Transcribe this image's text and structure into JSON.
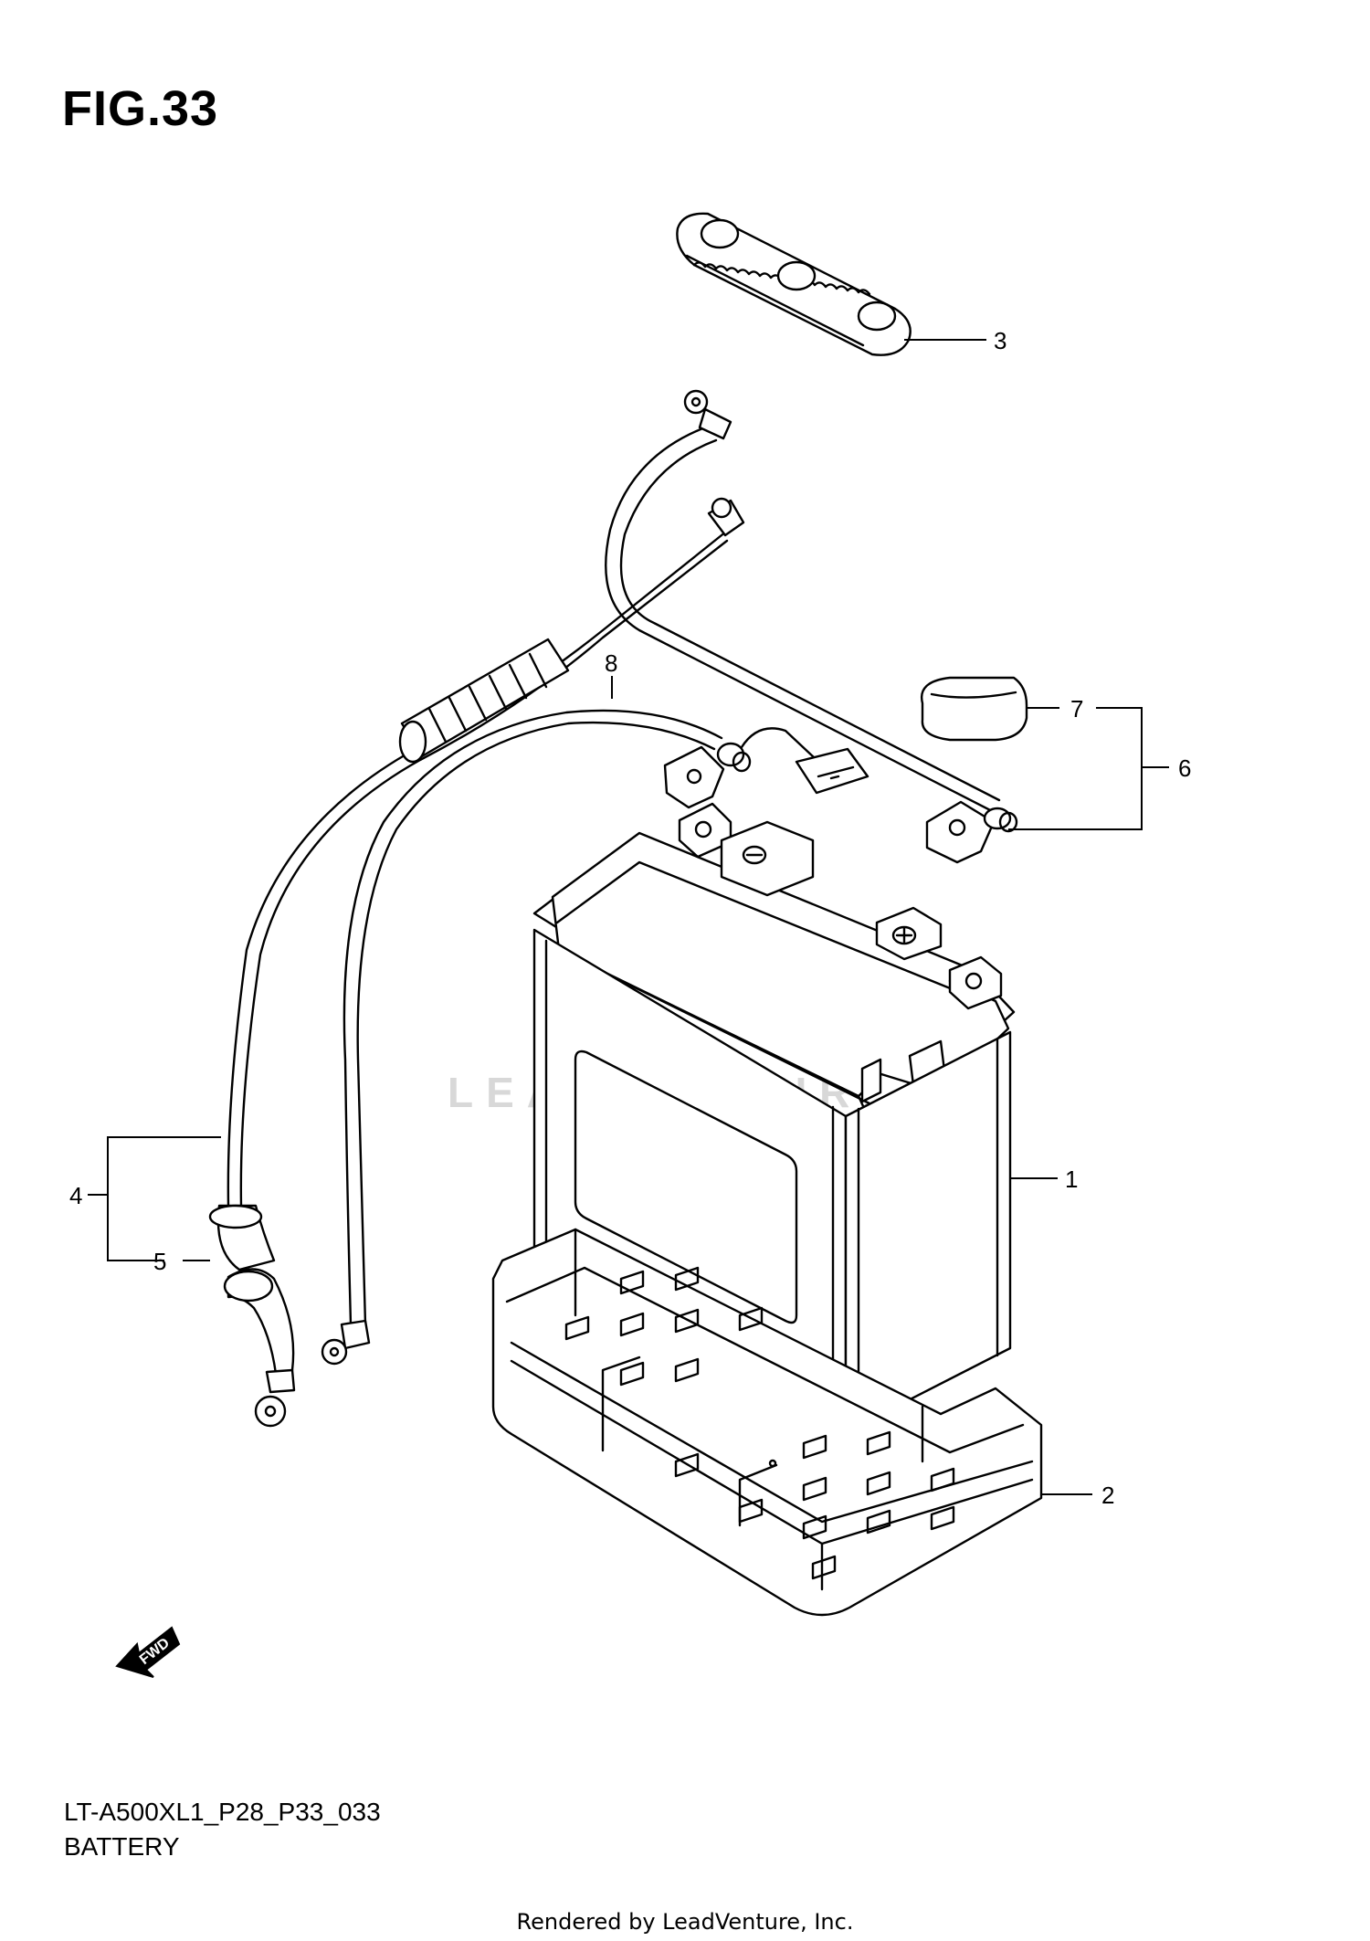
{
  "figure": {
    "title": "FIG.33"
  },
  "diagram": {
    "model_code": "LT-A500XL1_P28_P33_033",
    "section_name": "BATTERY",
    "watermark": "LEADVENTURE",
    "fwd_label": "FWD"
  },
  "callouts": [
    {
      "number": "1",
      "part": "battery"
    },
    {
      "number": "2",
      "part": "battery-tray"
    },
    {
      "number": "3",
      "part": "battery-band"
    },
    {
      "number": "4",
      "part": "negative-lead-assembly"
    },
    {
      "number": "5",
      "part": "lead-cover"
    },
    {
      "number": "6",
      "part": "positive-lead-assembly"
    },
    {
      "number": "7",
      "part": "terminal-cap"
    },
    {
      "number": "8",
      "part": "wire-lead"
    }
  ],
  "footer": {
    "text": "Rendered by LeadVenture, Inc."
  }
}
